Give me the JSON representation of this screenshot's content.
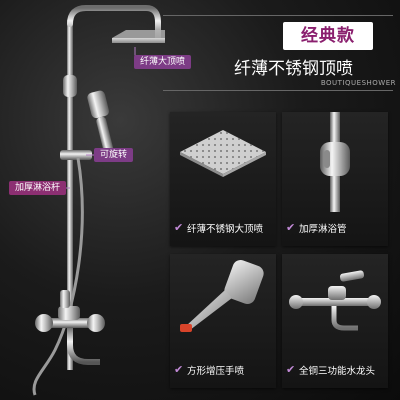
{
  "badge": "经典款",
  "headline": "纤薄不锈钢顶喷",
  "subline": "BOUTIQUESHOWER",
  "callouts": {
    "top_spray": "纤薄大顶喷",
    "rotatable": "可旋转",
    "thick_rod": "加厚淋浴杆"
  },
  "features": [
    {
      "label": "纤薄不锈钢大顶喷",
      "icon": "stainless-top-spray-icon"
    },
    {
      "label": "加厚淋浴管",
      "icon": "thick-shower-pipe-icon"
    },
    {
      "label": "方形增压手喷",
      "icon": "square-pressurized-hand-shower-icon"
    },
    {
      "label": "全铜三功能水龙头",
      "icon": "brass-three-function-faucet-icon"
    }
  ],
  "colors": {
    "accent": "#8a1f6e",
    "callout_bg": "#7d3c86",
    "check": "#c28ad7"
  }
}
